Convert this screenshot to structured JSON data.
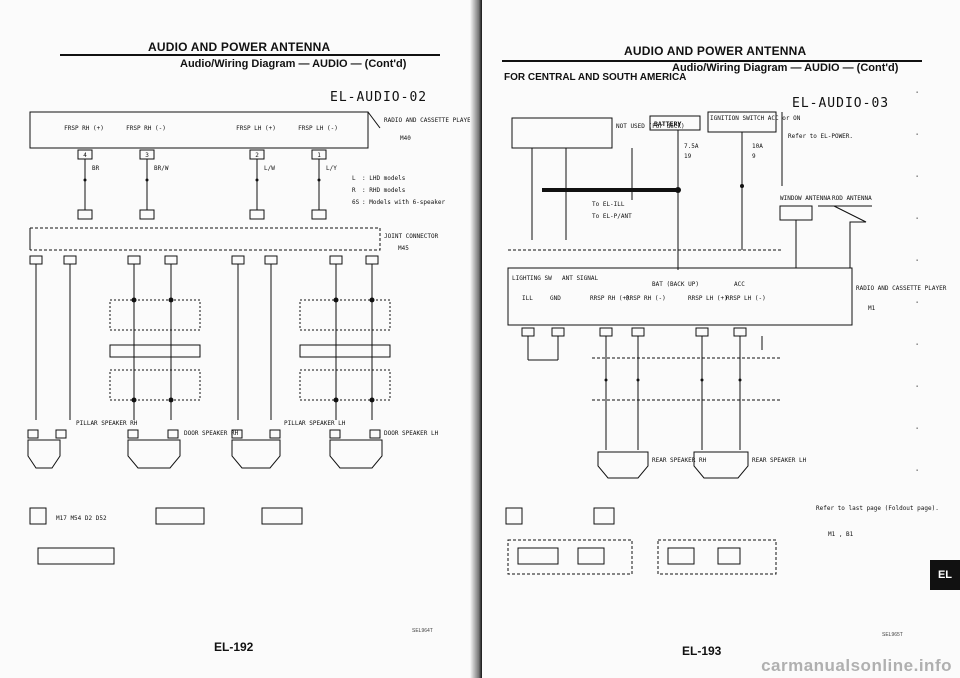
{
  "left_page": {
    "title": "AUDIO AND POWER ANTENNA",
    "subtitle": "Audio/Wiring Diagram — AUDIO — (Cont'd)",
    "diagram_id": "EL-AUDIO-02",
    "radio_label": "RADIO AND CASSETTE PLAYER",
    "radio_conn": "M40",
    "speakers_top": [
      "FRSP RH (+)",
      "FRSP RH (-)",
      "FRSP LH (+)",
      "FRSP LH (-)"
    ],
    "pins_top": [
      "4",
      "3",
      "2",
      "1"
    ],
    "wires_top": [
      "BR",
      "BR/W",
      "L/W",
      "L/Y"
    ],
    "legend": [
      {
        "code": "L",
        "text": ": LHD models"
      },
      {
        "code": "R",
        "text": ": RHD models"
      },
      {
        "code": "6S",
        "text": ": Models with 6-speaker"
      }
    ],
    "joint_connector": "JOINT CONNECTOR",
    "joint_conn": "M45",
    "pillar_rh": "PILLAR SPEAKER RH",
    "pillar_lh": "PILLAR SPEAKER LH",
    "door_rh": "DOOR SPEAKER RH",
    "door_lh": "DOOR SPEAKER LH",
    "bottom_codes": "M17 M54 D2 D52",
    "page_number": "EL-192",
    "sel_code": "SEL964T"
  },
  "right_page": {
    "title": "AUDIO AND POWER ANTENNA",
    "subtitle": "Audio/Wiring Diagram — AUDIO — (Cont'd)",
    "region": "FOR CENTRAL AND SOUTH AMERICA",
    "diagram_id": "EL-AUDIO-03",
    "battery": "BATTERY",
    "ignition": "IGNITION SWITCH ACC or ON",
    "not_used": "NOT USED (For deck)",
    "refer_power": "Refer to EL-POWER.",
    "fuse_a": "7.5A",
    "fuse_b": "10A",
    "fuse_a_no": "19",
    "fuse_b_no": "9",
    "to_ill": "To EL-ILL",
    "to_pant": "To EL-P/ANT",
    "window_ant": "WINDOW ANTENNA",
    "rod_ant": "ROD ANTENNA",
    "radio_label": "RADIO AND CASSETTE PLAYER",
    "radio_conn": "M1",
    "terminals": [
      "LIGHTING SW",
      "ANT SIGNAL",
      "BAT (BACK UP)",
      "ACC"
    ],
    "lower_terms": [
      "ILL",
      "GND",
      "RRSP RH (+)",
      "RRSP RH (-)",
      "RRSP LH (+)",
      "RRSP LH (-)"
    ],
    "rear_rh": "REAR SPEAKER RH",
    "rear_lh": "REAR SPEAKER LH",
    "refer_last": "Refer to last page (Foldout page).",
    "refer_codes": "M1 , B1",
    "page_number": "EL-193",
    "sel_code": "SEL965T"
  },
  "side_tab": "EL",
  "watermark": "carmanualsonline.info"
}
